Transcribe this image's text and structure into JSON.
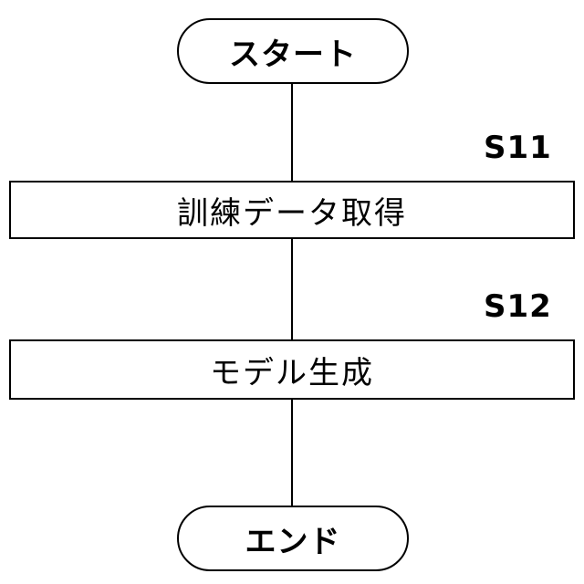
{
  "flowchart": {
    "start": {
      "label": "スタート"
    },
    "steps": [
      {
        "id": "S11",
        "label": "訓練データ取得"
      },
      {
        "id": "S12",
        "label": "モデル生成"
      }
    ],
    "end": {
      "label": "エンド"
    }
  }
}
